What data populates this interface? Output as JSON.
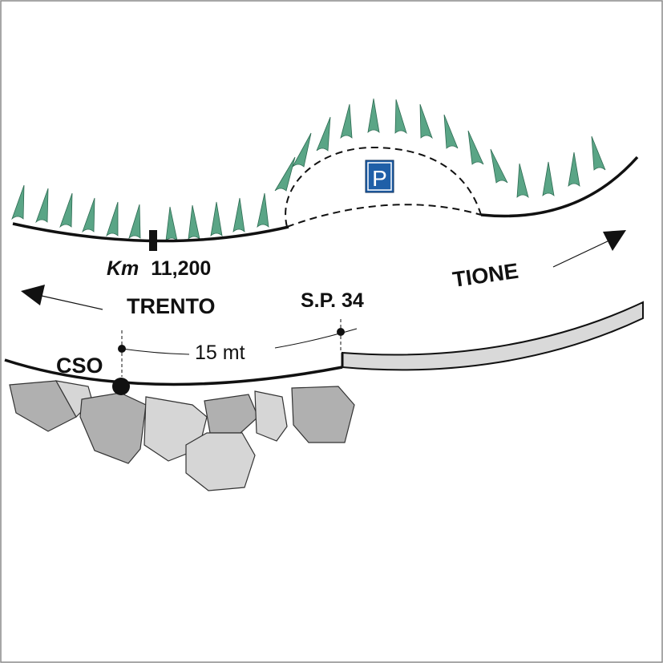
{
  "labels": {
    "km_prefix": "Km",
    "km_value": "11,200",
    "trento": "TRENTO",
    "tione": "TIONE",
    "road": "S.P. 34",
    "cso": "CSO",
    "distance": "15 mt"
  },
  "parking_sign": {
    "letter": "P",
    "color": "#1f5fa8"
  },
  "colors": {
    "tree": "#5aa586",
    "rock_dark": "#b0b0b0",
    "rock_light": "#d6d6d6",
    "road_line": "#111111",
    "barrier_fill": "#d9d9d9"
  },
  "icons": {
    "tree": "conifer-tree-icon",
    "rock": "rock-icon",
    "marker": "km-marker-icon",
    "station": "station-point-icon",
    "arrow": "direction-arrow-icon"
  }
}
